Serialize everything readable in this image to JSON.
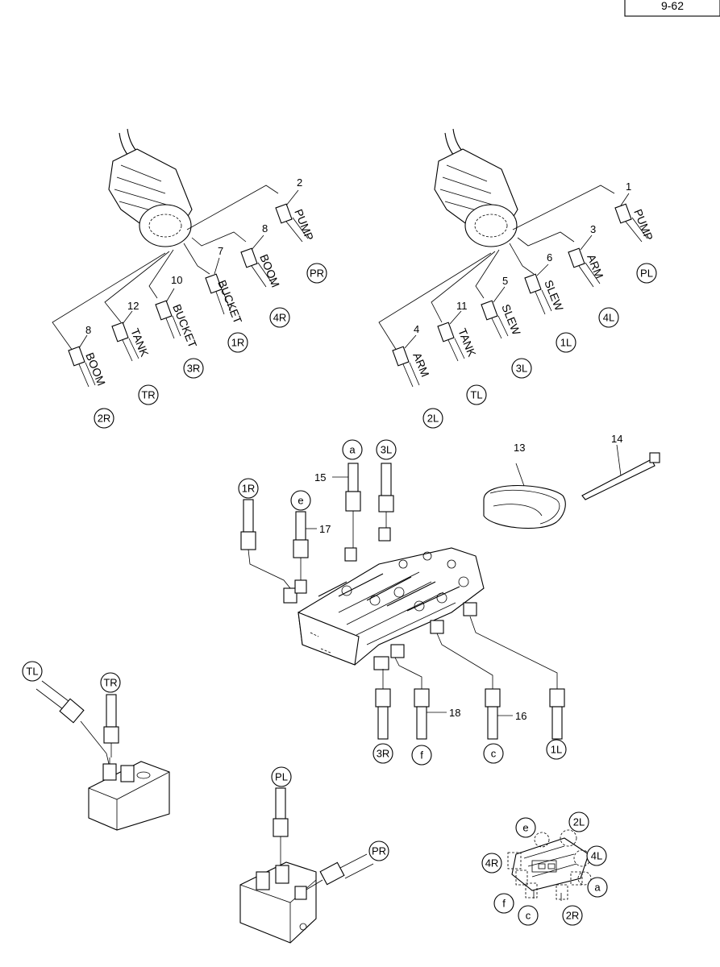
{
  "page_ref": "9-62",
  "parts": {
    "p1": "1",
    "p2": "2",
    "p3": "3",
    "p4": "4",
    "p5": "5",
    "p6": "6",
    "p7": "7",
    "p8a": "8",
    "p8b": "8",
    "p10": "10",
    "p11": "11",
    "p12": "12",
    "p13": "13",
    "p14": "14",
    "p15": "15",
    "p16": "16",
    "p17": "17",
    "p18": "18"
  },
  "hose_labels": {
    "pump_r": "PUMP",
    "boom_r1": "BOOM",
    "bucket_r1": "BUCKET",
    "bucket_r2": "BUCKET",
    "tank_r": "TANK",
    "boom_r2": "BOOM",
    "pump_l": "PUMP",
    "arm_l1": "ARM",
    "slew_l1": "SLEW",
    "slew_l2": "SLEW",
    "tank_l": "TANK",
    "arm_l2": "ARM"
  },
  "ports": {
    "PR_top": "PR",
    "R4": "4R",
    "R1": "1R",
    "R3": "3R",
    "TR_top": "TR",
    "R2": "2R",
    "PL_top": "PL",
    "L4": "4L",
    "L1": "1L",
    "L3": "3L",
    "TL_top": "TL",
    "L2": "2L",
    "a_top": "a",
    "L3_valve": "3L",
    "R1_valve": "1R",
    "e_valve": "e",
    "R3_bot": "3R",
    "f_bot": "f",
    "c_bot": "c",
    "L1_bot": "1L",
    "TL_block": "TL",
    "TR_block": "TR",
    "PL_block": "PL",
    "PR_block": "PR",
    "e_j": "e",
    "L2_j": "2L",
    "R4_j": "4R",
    "L4_j": "4L",
    "a_j": "a",
    "f_j": "f",
    "c_j": "c",
    "R2_j": "2R"
  }
}
